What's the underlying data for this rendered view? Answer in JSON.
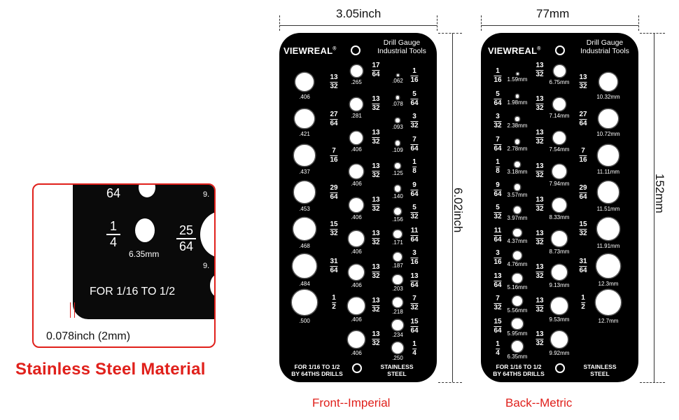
{
  "detail": {
    "frac_top": "64",
    "frac_left": {
      "num": "1",
      "den": "4"
    },
    "mm": "6.35mm",
    "frac_right": {
      "num": "25",
      "den": "64"
    },
    "edge_top": "9.",
    "edge_mid": "9.",
    "for_text": "FOR 1/16 TO 1/2",
    "thickness": "0.078inch (2mm)"
  },
  "material": "Stainless Steel Material",
  "front": {
    "width_dim": "3.05inch",
    "height_dim": "6.02inch",
    "brand": "VIEWREAL",
    "reg": "®",
    "title_line1": "Drill Gauge",
    "title_line2": "Industrial Tools",
    "foot_left_1": "FOR 1/16 TO 1/2",
    "foot_left_2": "BY 64THS DRILLS",
    "foot_right_1": "STAINLESS",
    "foot_right_2": "STEEL",
    "caption": "Front--Imperial",
    "col1": [
      {
        "num": "13",
        "den": "32",
        "dec": ".406"
      },
      {
        "num": "27",
        "den": "64",
        "dec": ".421"
      },
      {
        "num": "7",
        "den": "16",
        "dec": ".437"
      },
      {
        "num": "29",
        "den": "64",
        "dec": ".453"
      },
      {
        "num": "15",
        "den": "32",
        "dec": ".468"
      },
      {
        "num": "31",
        "den": "64",
        "dec": ".484"
      },
      {
        "num": "1",
        "den": "2",
        "dec": ".500"
      }
    ],
    "col2": [
      {
        "num": "17",
        "den": "64",
        "dec": ".265"
      },
      {
        "num": "13",
        "den": "32",
        "dec": ".281"
      },
      {
        "num": "13",
        "den": "32",
        "dec": ".406"
      },
      {
        "num": "13",
        "den": "32",
        "dec": ".406"
      },
      {
        "num": "13",
        "den": "32",
        "dec": ".406"
      },
      {
        "num": "13",
        "den": "32",
        "dec": ".406"
      },
      {
        "num": "13",
        "den": "32",
        "dec": ".406"
      },
      {
        "num": "13",
        "den": "32",
        "dec": ".406"
      },
      {
        "num": "13",
        "den": "32",
        "dec": ".406"
      }
    ],
    "col3": [
      {
        "num": "1",
        "den": "16",
        "dec": ".062"
      },
      {
        "num": "5",
        "den": "64",
        "dec": ".078"
      },
      {
        "num": "3",
        "den": "32",
        "dec": ".093"
      },
      {
        "num": "7",
        "den": "64",
        "dec": ".109"
      },
      {
        "num": "1",
        "den": "8",
        "dec": ".125"
      },
      {
        "num": "9",
        "den": "64",
        "dec": ".140"
      },
      {
        "num": "5",
        "den": "32",
        "dec": ".156"
      },
      {
        "num": "11",
        "den": "64",
        "dec": ".171"
      },
      {
        "num": "3",
        "den": "16",
        "dec": ".187"
      },
      {
        "num": "13",
        "den": "64",
        "dec": ".203"
      },
      {
        "num": "7",
        "den": "32",
        "dec": ".218"
      },
      {
        "num": "15",
        "den": "64",
        "dec": ".234"
      },
      {
        "num": "1",
        "den": "4",
        "dec": ".250"
      }
    ]
  },
  "back": {
    "width_dim": "77mm",
    "height_dim": "152mm",
    "brand": "VIEWREAL",
    "reg": "®",
    "title_line1": "Drill Gauge",
    "title_line2": "Industrial Tools",
    "foot_left_1": "FOR 1/16 TO 1/2",
    "foot_left_2": "BY 64THS DRILLS",
    "foot_right_1": "STAINLESS",
    "foot_right_2": "STEEL",
    "caption": "Back--Metric",
    "col1": [
      {
        "num": "1",
        "den": "16",
        "mm": "1.59mm"
      },
      {
        "num": "5",
        "den": "64",
        "mm": "1.98mm"
      },
      {
        "num": "3",
        "den": "32",
        "mm": "2.38mm"
      },
      {
        "num": "7",
        "den": "64",
        "mm": "2.78mm"
      },
      {
        "num": "1",
        "den": "8",
        "mm": "3.18mm"
      },
      {
        "num": "9",
        "den": "64",
        "mm": "3.57mm"
      },
      {
        "num": "5",
        "den": "32",
        "mm": "3.97mm"
      },
      {
        "num": "11",
        "den": "64",
        "mm": "4.37mm"
      },
      {
        "num": "3",
        "den": "16",
        "mm": "4.76mm"
      },
      {
        "num": "13",
        "den": "64",
        "mm": "5.16mm"
      },
      {
        "num": "7",
        "den": "32",
        "mm": "5.56mm"
      },
      {
        "num": "15",
        "den": "64",
        "mm": "5.95mm"
      },
      {
        "num": "1",
        "den": "4",
        "mm": "6.35mm"
      }
    ],
    "col2": [
      {
        "num": "13",
        "den": "32",
        "mm": "6.75mm"
      },
      {
        "num": "13",
        "den": "32",
        "mm": "7.14mm"
      },
      {
        "num": "13",
        "den": "32",
        "mm": "7.54mm"
      },
      {
        "num": "13",
        "den": "32",
        "mm": "7.94mm"
      },
      {
        "num": "13",
        "den": "32",
        "mm": "8.33mm"
      },
      {
        "num": "13",
        "den": "32",
        "mm": "8.73mm"
      },
      {
        "num": "13",
        "den": "32",
        "mm": "9.13mm"
      },
      {
        "num": "13",
        "den": "32",
        "mm": "9.53mm"
      },
      {
        "num": "13",
        "den": "32",
        "mm": "9.92mm"
      }
    ],
    "col3": [
      {
        "num": "13",
        "den": "32",
        "mm": "10.32mm"
      },
      {
        "num": "27",
        "den": "64",
        "mm": "10.72mm"
      },
      {
        "num": "7",
        "den": "16",
        "mm": "11.11mm"
      },
      {
        "num": "29",
        "den": "64",
        "mm": "11.51mm"
      },
      {
        "num": "15",
        "den": "32",
        "mm": "11.91mm"
      },
      {
        "num": "31",
        "den": "64",
        "mm": "12.3mm"
      },
      {
        "num": "1",
        "den": "2",
        "mm": "12.7mm"
      }
    ]
  }
}
